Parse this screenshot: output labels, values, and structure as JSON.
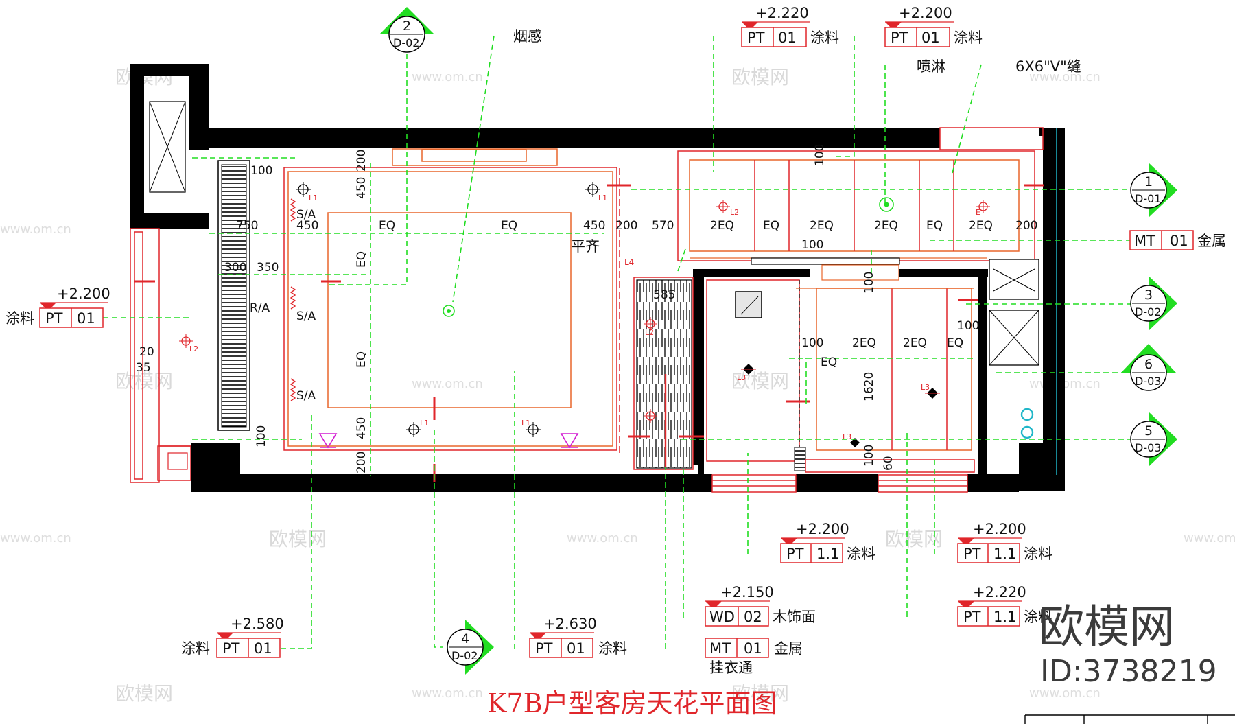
{
  "title": "K7B户型客房天花平面图",
  "brand": {
    "name": "欧模网",
    "id": "ID:3738219"
  },
  "watermark": {
    "text": "欧模网",
    "url": "www.om.cn"
  },
  "labels": {
    "smoke": "烟感",
    "sprinkler": "喷淋",
    "vgroove": "6X6\"V\"缝",
    "flush": "平齐",
    "hanger": "挂衣通",
    "sa": "S/A",
    "ra": "R/A",
    "l4": "L4"
  },
  "dimensions": {
    "d100a": "100",
    "d750": "750",
    "d300": "300",
    "d350": "350",
    "d450a": "450",
    "d200a": "200",
    "d450b": "450",
    "eq1": "EQ",
    "eq2": "EQ",
    "d450c": "450",
    "d200b": "200",
    "d570": "570",
    "eqv1": "EQ",
    "eqv2": "EQ",
    "d450d": "450",
    "d200c": "200",
    "d20": "20",
    "d35": "35",
    "d100b": "100",
    "d585": "585",
    "d100c": "100",
    "d2eq1": "2EQ",
    "eq3": "EQ",
    "d2eq2": "2EQ",
    "d2eq3": "2EQ",
    "eq4": "EQ",
    "d2eq4": "2EQ",
    "d200d": "200",
    "d100d": "100",
    "d100e": "100",
    "d100f": "100",
    "d100g": "100",
    "d2eq5": "2EQ",
    "d2eq6": "2EQ",
    "eq5": "EQ",
    "eq6": "EQ",
    "d1620": "1620",
    "d100h": "100",
    "d60": "60"
  },
  "section_markers": [
    {
      "num": "2",
      "sheet": "D-02"
    },
    {
      "num": "1",
      "sheet": "D-01"
    },
    {
      "num": "3",
      "sheet": "D-02"
    },
    {
      "num": "6",
      "sheet": "D-03"
    },
    {
      "num": "5",
      "sheet": "D-03"
    },
    {
      "num": "4",
      "sheet": "D-02"
    }
  ],
  "tags": [
    {
      "level": "+2.220",
      "code": "PT",
      "num": "01",
      "material": "涂料"
    },
    {
      "level": "+2.200",
      "code": "PT",
      "num": "01",
      "material": "涂料"
    },
    {
      "level": "+2.200",
      "code": "PT",
      "num": "01",
      "material": "涂料"
    },
    {
      "level": "",
      "code": "MT",
      "num": "01",
      "material": "金属"
    },
    {
      "level": "+2.200",
      "code": "PT",
      "num": "1.1",
      "material": "涂料"
    },
    {
      "level": "+2.200",
      "code": "PT",
      "num": "1.1",
      "material": "涂料"
    },
    {
      "level": "+2.150",
      "code": "WD",
      "num": "02",
      "material": "木饰面"
    },
    {
      "level": "+2.220",
      "code": "PT",
      "num": "1.1",
      "material": "涂料"
    },
    {
      "level": "+2.580",
      "code": "PT",
      "num": "01",
      "material": "涂料"
    },
    {
      "level": "+2.630",
      "code": "PT",
      "num": "01",
      "material": "涂料"
    },
    {
      "level": "",
      "code": "MT",
      "num": "01",
      "material": "金属"
    }
  ],
  "lights": {
    "l1": "L1",
    "l2": "L2",
    "l3": "L3",
    "e": "E"
  },
  "colors": {
    "wall": "#000000",
    "leader": "#22dd22",
    "ceiling_line": "#e0262b",
    "ceiling_soffit": "#e8662b",
    "title": "#e0262b"
  }
}
